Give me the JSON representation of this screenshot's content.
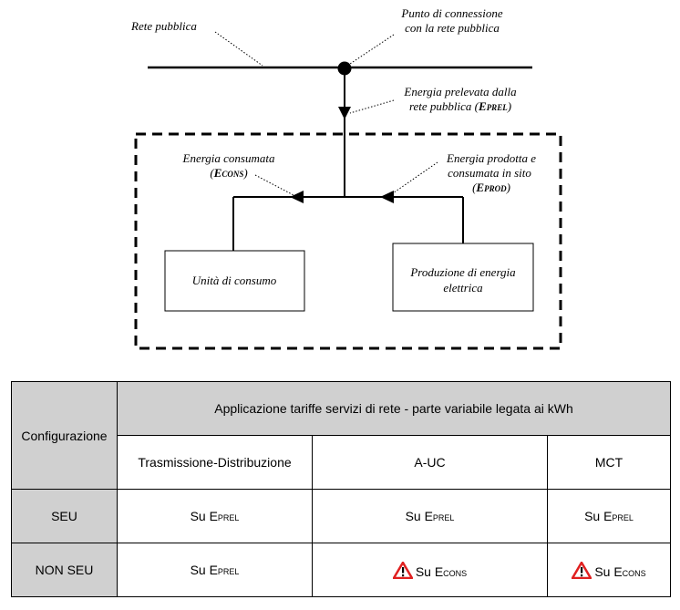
{
  "diagram": {
    "rete_pubblica_label": "Rete pubblica",
    "punto_connessione_line1": "Punto di connessione",
    "punto_connessione_line2": "con la rete pubblica",
    "energia_prelevata_line1": "Energia prelevata dalla",
    "energia_prelevata_line2_prefix": "rete pubblica (",
    "energia_prelevata_symbol_main": "E",
    "energia_prelevata_symbol_sub": "PREL",
    "energia_prelevata_suffix": ")",
    "energia_consumata_line1": "Energia consumata",
    "energia_consumata_prefix": "(",
    "energia_consumata_symbol_main": "E",
    "energia_consumata_symbol_sub": "CONS",
    "energia_consumata_suffix": ")",
    "energia_prodotta_line1": "Energia prodotta e",
    "energia_prodotta_line2": "consumata in sito",
    "energia_prodotta_prefix": "(",
    "energia_prodotta_symbol_main": "E",
    "energia_prodotta_symbol_sub": "PROD",
    "energia_prodotta_suffix": ")",
    "unita_consumo_label": "Unità di consumo",
    "produzione_line1": "Produzione di energia",
    "produzione_line2": "elettrica"
  },
  "table": {
    "configurazione_header": "Configurazione",
    "applicazione_header": "Applicazione tariffe servizi di rete - parte variabile legata ai kWh",
    "columns": [
      "Trasmissione-Distribuzione",
      "A-UC",
      "MCT"
    ],
    "rows": [
      {
        "label": "SEU",
        "cells": [
          {
            "prefix": "Su E",
            "sub": "PREL",
            "warning": false
          },
          {
            "prefix": "Su E",
            "sub": "PREL",
            "warning": false
          },
          {
            "prefix": "Su E",
            "sub": "PREL",
            "warning": false
          }
        ]
      },
      {
        "label": "NON SEU",
        "cells": [
          {
            "prefix": "Su E",
            "sub": "PREL",
            "warning": false
          },
          {
            "prefix": "Su E",
            "sub": "CONS",
            "warning": true
          },
          {
            "prefix": "Su E",
            "sub": "CONS",
            "warning": true
          }
        ]
      }
    ]
  },
  "colors": {
    "header_gray": "#d0d0d0",
    "warning_red": "#e02020"
  }
}
